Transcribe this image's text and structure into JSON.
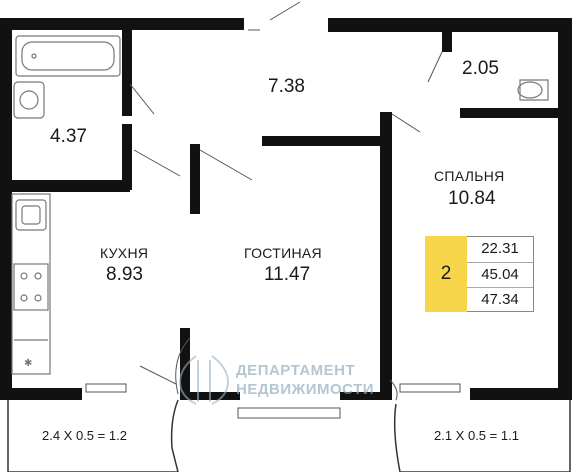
{
  "rooms": {
    "hall": {
      "area": "7.38"
    },
    "wc": {
      "area": "2.05"
    },
    "bathroom": {
      "area": "4.37"
    },
    "bedroom": {
      "name": "СПАЛЬНЯ",
      "area": "10.84"
    },
    "kitchen": {
      "name": "КУХНЯ",
      "area": "8.93"
    },
    "living": {
      "name": "ГОСТИНАЯ",
      "area": "11.47"
    }
  },
  "balconies": {
    "left": "2.4 X 0.5 = 1.2",
    "right": "2.1 X 0.5 = 1.1"
  },
  "summary": {
    "rooms_count": "2",
    "values": [
      "22.31",
      "45.04",
      "47.34"
    ],
    "badge_color": "#f7d54a"
  },
  "watermark": {
    "line1": "ДЕПАРТАМЕНТ",
    "line2": "НЕДВИЖИМОСТИ"
  },
  "colors": {
    "wall": "#111111",
    "fixture": "#777777"
  }
}
